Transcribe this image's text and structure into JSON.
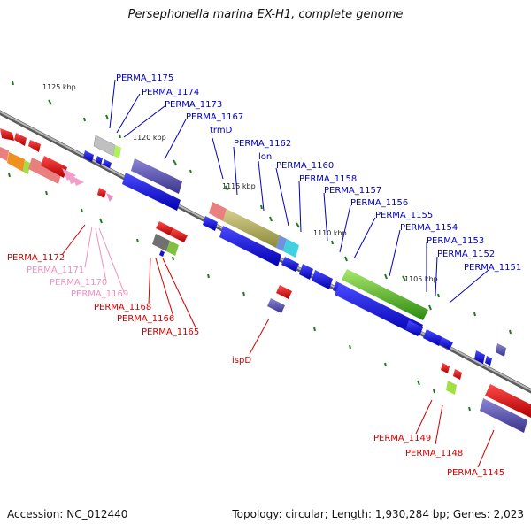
{
  "title": "Persephonella marina EX-H1, complete genome",
  "footer": {
    "accession": "Accession: NC_012440",
    "summary": "Topology: circular; Length: 1,930,284 bp; Genes: 2,023"
  },
  "ticks": [
    "1125 kbp",
    "1120 kbp",
    "1115 kbp",
    "1110 kbp",
    "1105 kbp"
  ],
  "labels": {
    "blue": [
      "PERMA_1175",
      "PERMA_1174",
      "PERMA_1173",
      "PERMA_1167",
      "trmD",
      "PERMA_1162",
      "lon",
      "PERMA_1160",
      "PERMA_1158",
      "PERMA_1157",
      "PERMA_1156",
      "PERMA_1155",
      "PERMA_1154",
      "PERMA_1153",
      "PERMA_1152",
      "PERMA_1151"
    ],
    "red": [
      "PERMA_1172",
      "PERMA_1168",
      "PERMA_1166",
      "PERMA_1165",
      "ispD",
      "PERMA_1149",
      "PERMA_1148",
      "PERMA_1145"
    ],
    "pink": [
      "PERMA_1171",
      "PERMA_1170",
      "PERMA_1169"
    ]
  },
  "colors": {
    "forward": "#1010e0",
    "reverse": "#e81010",
    "rna_pink": "#f08cc0",
    "backbone": "#888888",
    "tick_green": "#207a20",
    "label_blue": "#0000c0",
    "label_red": "#d00000",
    "label_pink": "#f090c0"
  }
}
